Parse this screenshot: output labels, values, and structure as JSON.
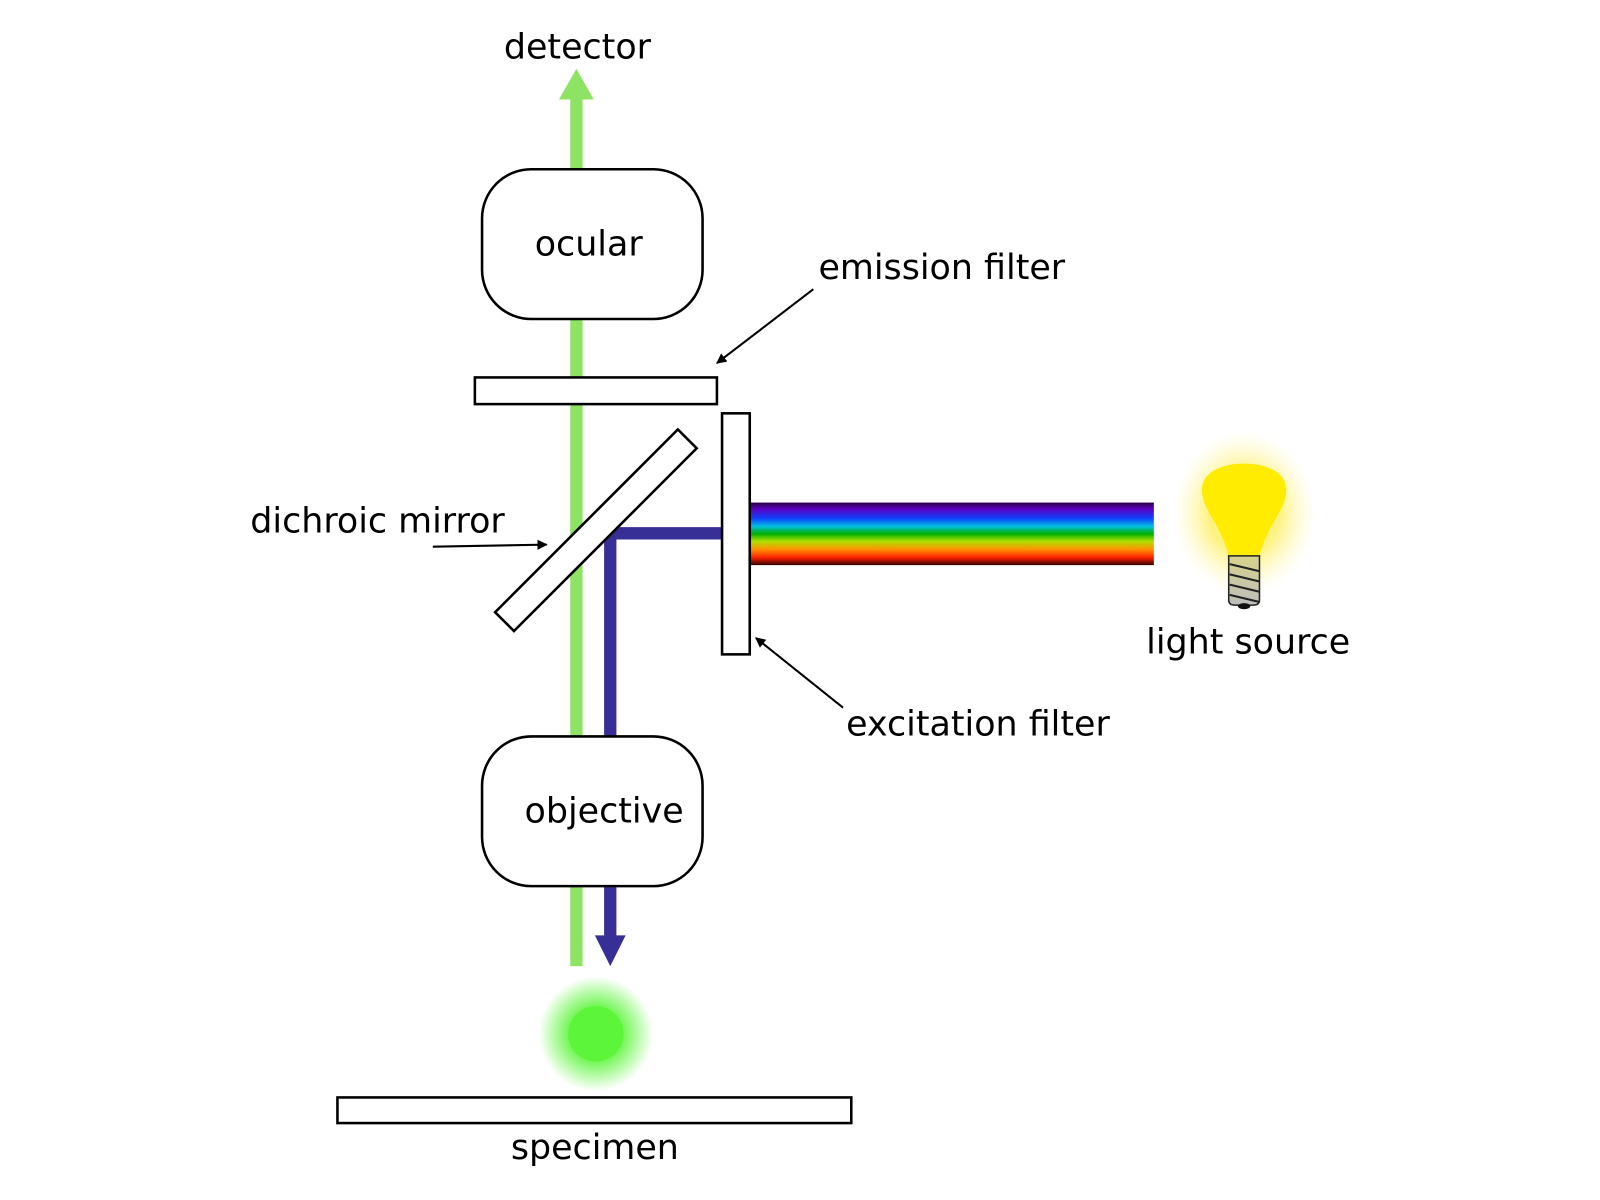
{
  "labels": {
    "detector": "detector",
    "ocular": "ocular",
    "emission_filter": "emission filter",
    "dichroic_mirror": "dichroic mirror",
    "light_source": "light source",
    "excitation_filter": "excitation filter",
    "objective": "objective",
    "specimen": "specimen"
  },
  "colors": {
    "emission_light": "#8ee364",
    "excitation_light": "#382f96",
    "fluorescence": "#5cf53a",
    "bulb": "#ffec00"
  }
}
